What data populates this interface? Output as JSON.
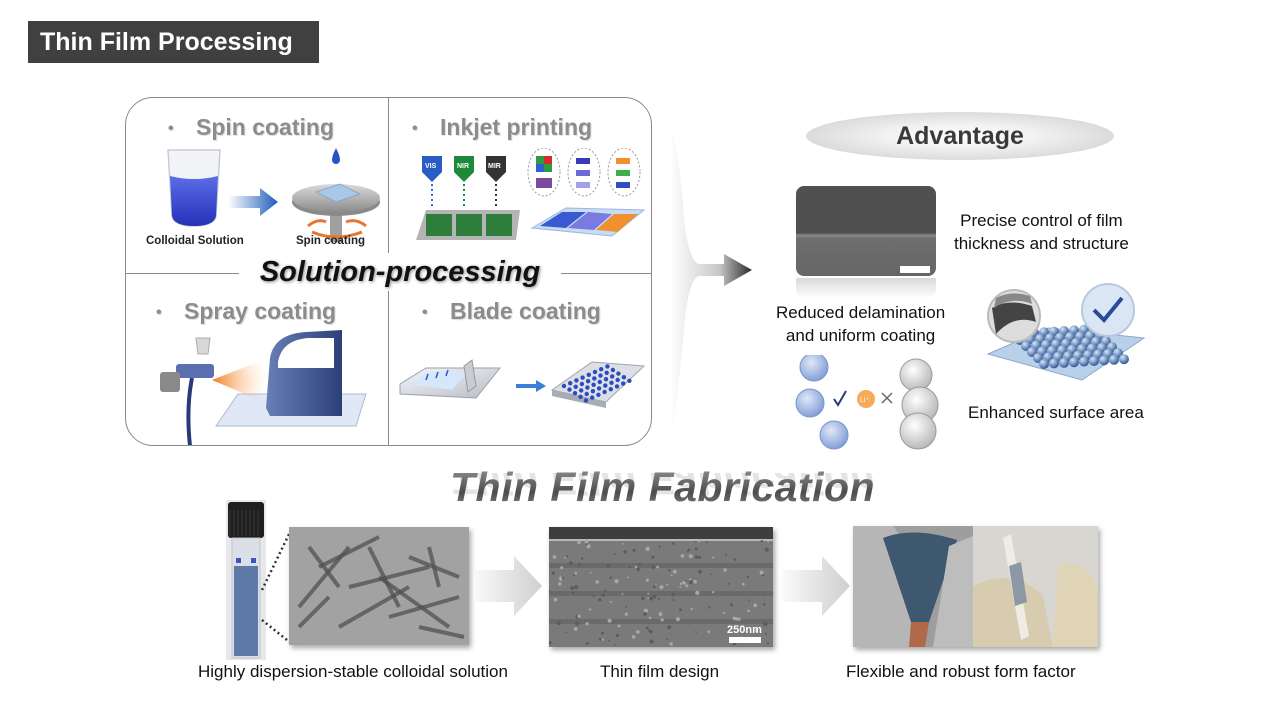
{
  "header": {
    "title": "Thin Film Processing"
  },
  "solution_processing": {
    "label": "Solution-processing",
    "bullet": "•",
    "methods": [
      {
        "title": "Spin coating",
        "labels": [
          "Colloidal Solution",
          "Spin coating"
        ]
      },
      {
        "title": "Inkjet printing",
        "labels": [
          "VIS",
          "NIR",
          "MIR"
        ]
      },
      {
        "title": "Spray coating",
        "labels": []
      },
      {
        "title": "Blade coating",
        "labels": []
      }
    ]
  },
  "advantage": {
    "title": "Advantage",
    "items": [
      {
        "line1": "Precise control of film",
        "line2": "thickness and structure"
      },
      {
        "line1": "Reduced delamination",
        "line2": "and uniform coating"
      },
      {
        "line1": "Enhanced surface area",
        "line2": ""
      }
    ],
    "ion_label": "Li⁺"
  },
  "fabrication": {
    "title": "Thin Film Fabrication",
    "steps": [
      {
        "caption": "Highly dispersion-stable colloidal solution"
      },
      {
        "caption": "Thin film design",
        "scale": "250nm"
      },
      {
        "caption": "Flexible and robust form factor"
      }
    ]
  },
  "colors": {
    "title_bg": "#404040",
    "method_title": "#8c8c8c",
    "blue_accent": "#3a54c8",
    "orange_accent": "#e8772e"
  }
}
